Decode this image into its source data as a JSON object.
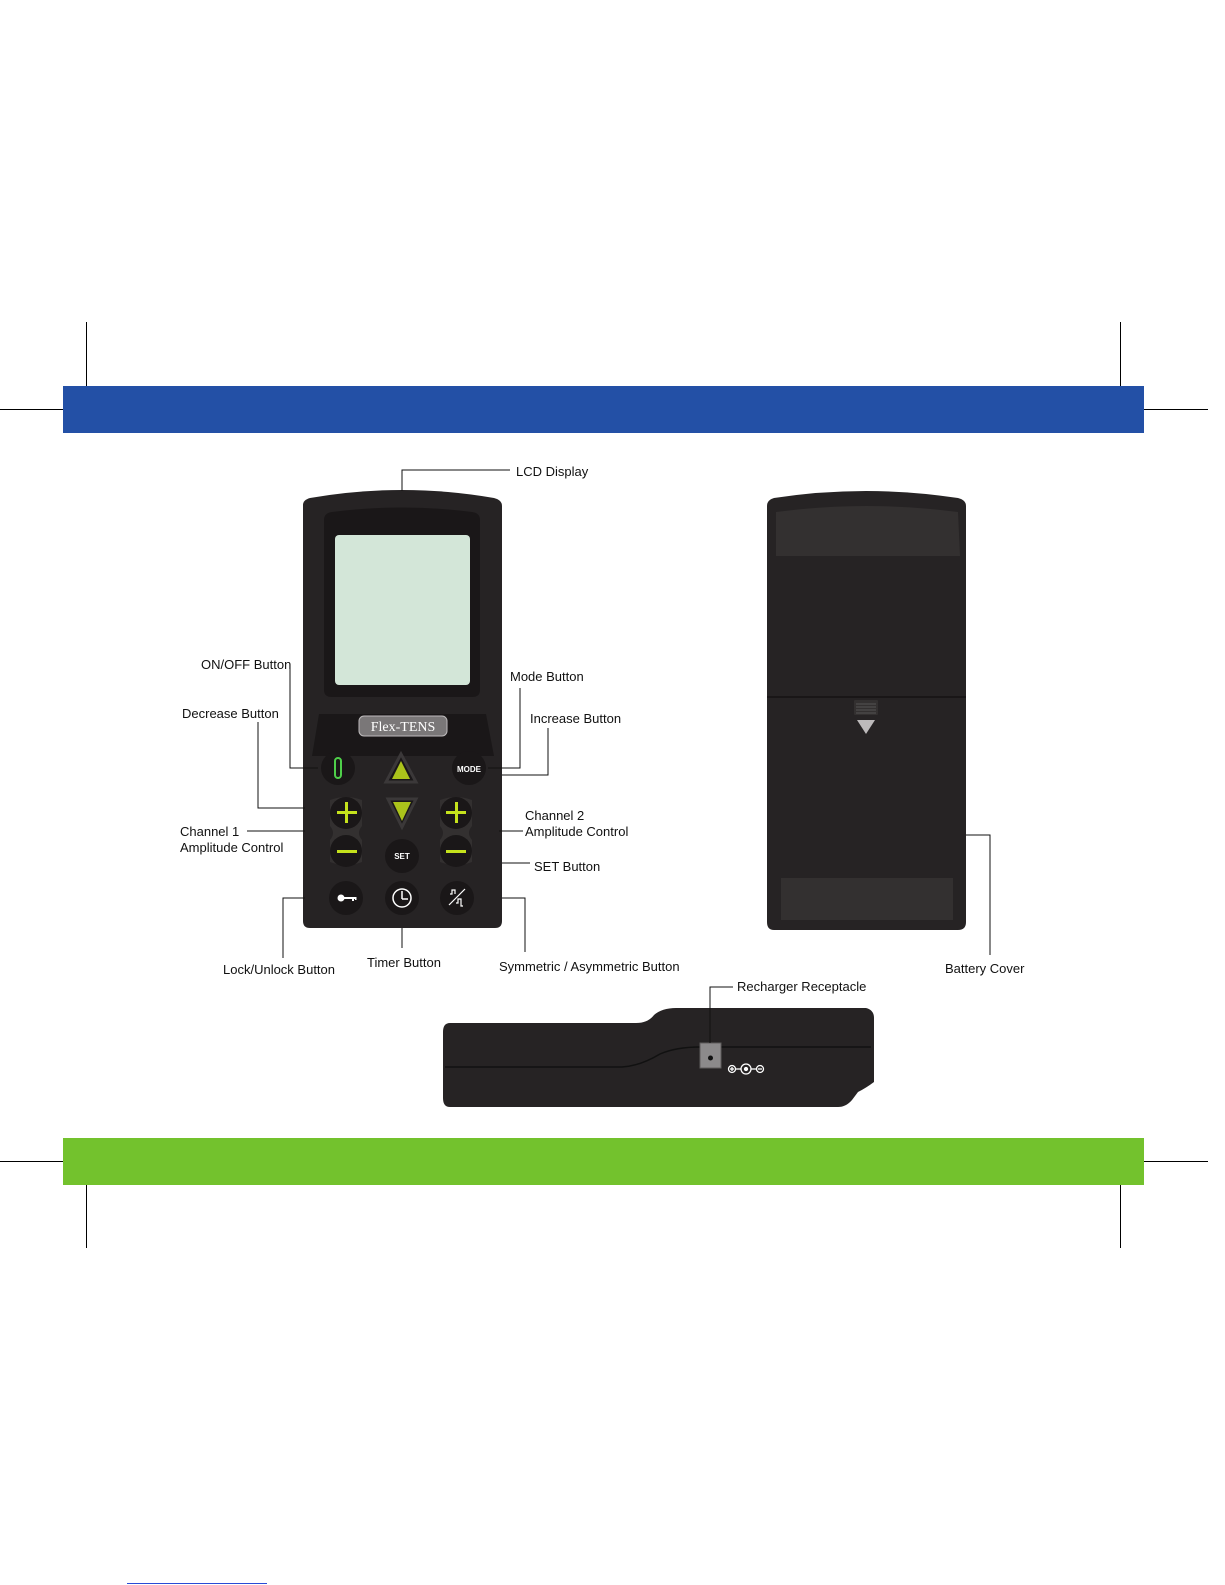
{
  "colors": {
    "top_band": "#2350a6",
    "bottom_band": "#73c22d",
    "device_body": "#262324",
    "device_dark": "#1a1718",
    "device_panel": "#333030",
    "lcd_screen": "#d3e6d8",
    "accent_green": "#c5e21c",
    "power_green": "#4fcf4a",
    "footer_rule": "#2a4bd6"
  },
  "brand": {
    "logo_text": "Flex-TENS"
  },
  "front_view": {
    "labels": {
      "lcd_display": "LCD Display",
      "on_off_button": "ON/OFF Button",
      "mode_button": "Mode Button",
      "decrease_button": "Decrease Button",
      "increase_button": "Increase Button",
      "channel1": "Channel 1\nAmplitude Control",
      "channel2": "Channel 2\nAmplitude Control",
      "set_button": "SET Button",
      "lock_button": "Lock/Unlock Button",
      "timer_button": "Timer  Button",
      "symmetric_button": "Symmetric / Asymmetric Button"
    },
    "keys": {
      "mode": "MODE",
      "set": "SET",
      "plus": "+",
      "minus": "−"
    },
    "icons": [
      "power-icon",
      "up-triangle-icon",
      "down-triangle-icon",
      "key-icon",
      "clock-icon",
      "waveform-icon"
    ]
  },
  "back_view": {
    "labels": {
      "battery_cover": "Battery Cover"
    },
    "icons": [
      "down-arrow-icon"
    ]
  },
  "side_view": {
    "labels": {
      "recharger_receptacle": "Recharger Receptacle"
    },
    "icons": [
      "polarity-icon"
    ]
  }
}
